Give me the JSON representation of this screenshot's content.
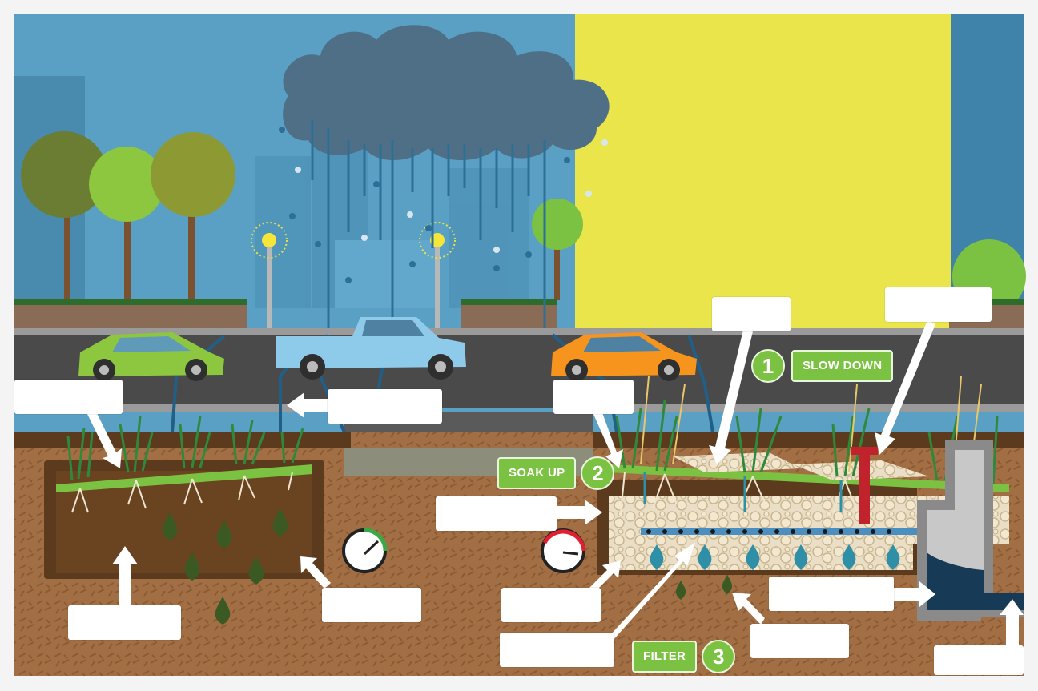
{
  "steps": [
    {
      "number": "1",
      "label": "SLOW DOWN"
    },
    {
      "number": "2",
      "label": "SOAK UP"
    },
    {
      "number": "3",
      "label": "FILTER"
    }
  ],
  "colors": {
    "sky_left": "#5a9fc4",
    "sun": "#e9e54a",
    "cloud": "#4f6f86",
    "rain": "#2c6f97",
    "road": "#4a4a4a",
    "soil": "#a26f45",
    "grass": "#7cc242",
    "accent_green": "#7cc242",
    "gauge_green": "#3aa845",
    "gauge_red": "#e02030"
  },
  "icons": [
    "rain-cloud-icon",
    "streetlight-icon",
    "car-icon",
    "pickup-truck-icon",
    "gauge-icon",
    "water-drop-icon"
  ]
}
